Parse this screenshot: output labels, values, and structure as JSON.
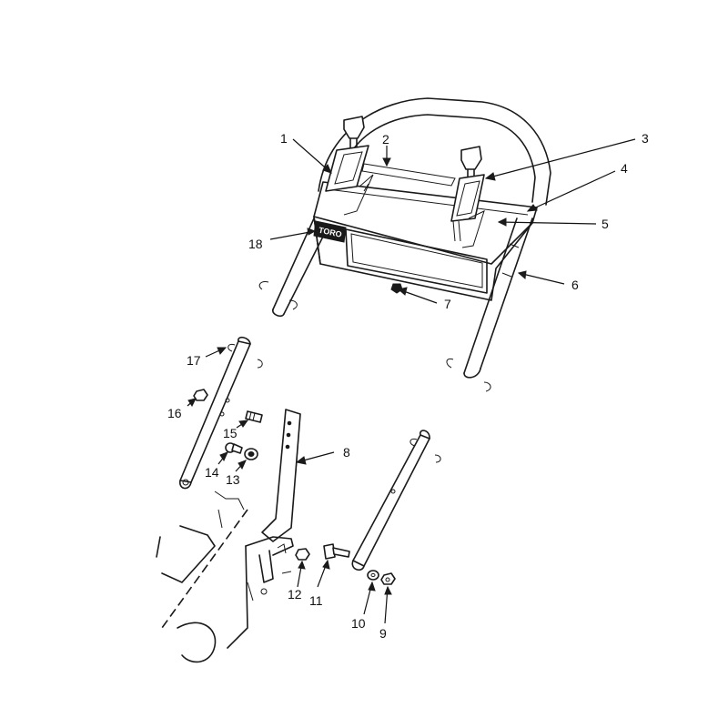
{
  "logo_text": "TORO",
  "callouts": [
    {
      "id": "c1",
      "label": "1"
    },
    {
      "id": "c2",
      "label": "2"
    },
    {
      "id": "c3",
      "label": "3"
    },
    {
      "id": "c4",
      "label": "4"
    },
    {
      "id": "c5",
      "label": "5"
    },
    {
      "id": "c6",
      "label": "6"
    },
    {
      "id": "c7",
      "label": "7"
    },
    {
      "id": "c8",
      "label": "8"
    },
    {
      "id": "c9",
      "label": "9"
    },
    {
      "id": "c10",
      "label": "10"
    },
    {
      "id": "c11",
      "label": "11"
    },
    {
      "id": "c12",
      "label": "12"
    },
    {
      "id": "c13",
      "label": "13"
    },
    {
      "id": "c14",
      "label": "14"
    },
    {
      "id": "c15",
      "label": "15"
    },
    {
      "id": "c16",
      "label": "16"
    },
    {
      "id": "c17",
      "label": "17"
    },
    {
      "id": "c18",
      "label": "18"
    }
  ]
}
